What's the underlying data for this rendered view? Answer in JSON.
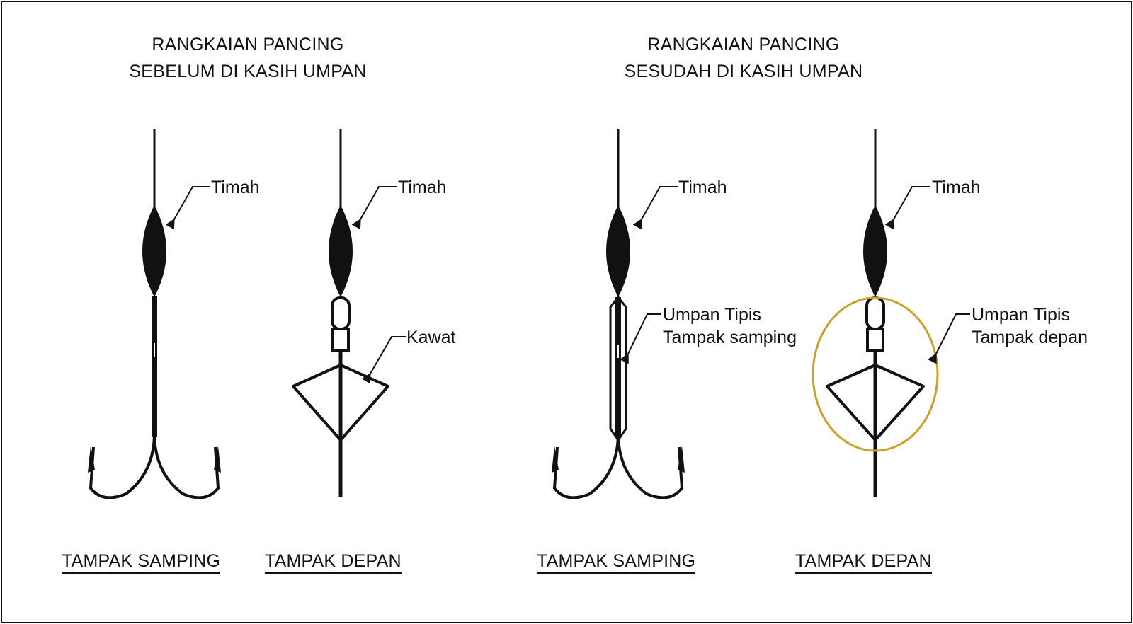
{
  "panels": {
    "before": {
      "title_line1": "RANGKAIAN PANCING",
      "title_line2": "SEBELUM DI KASIH UMPAN",
      "side_view_label": "TAMPAK SAMPING",
      "front_view_label": "TAMPAK DEPAN",
      "side_callout": "Timah",
      "front_callout_sinker": "Timah",
      "front_callout_wire": "Kawat"
    },
    "after": {
      "title_line1": "RANGKAIAN PANCING",
      "title_line2": "SESUDAH DI KASIH UMPAN",
      "side_view_label": "TAMPAK SAMPING",
      "front_view_label": "TAMPAK DEPAN",
      "side_callout": "Timah",
      "side_bait_line1": "Umpan Tipis",
      "side_bait_line2": "Tampak samping",
      "front_callout_sinker": "Timah",
      "front_bait_line1": "Umpan Tipis",
      "front_bait_line2": "Tampak depan"
    }
  },
  "colors": {
    "ink": "#111111",
    "bait_outline": "#C9A227"
  }
}
